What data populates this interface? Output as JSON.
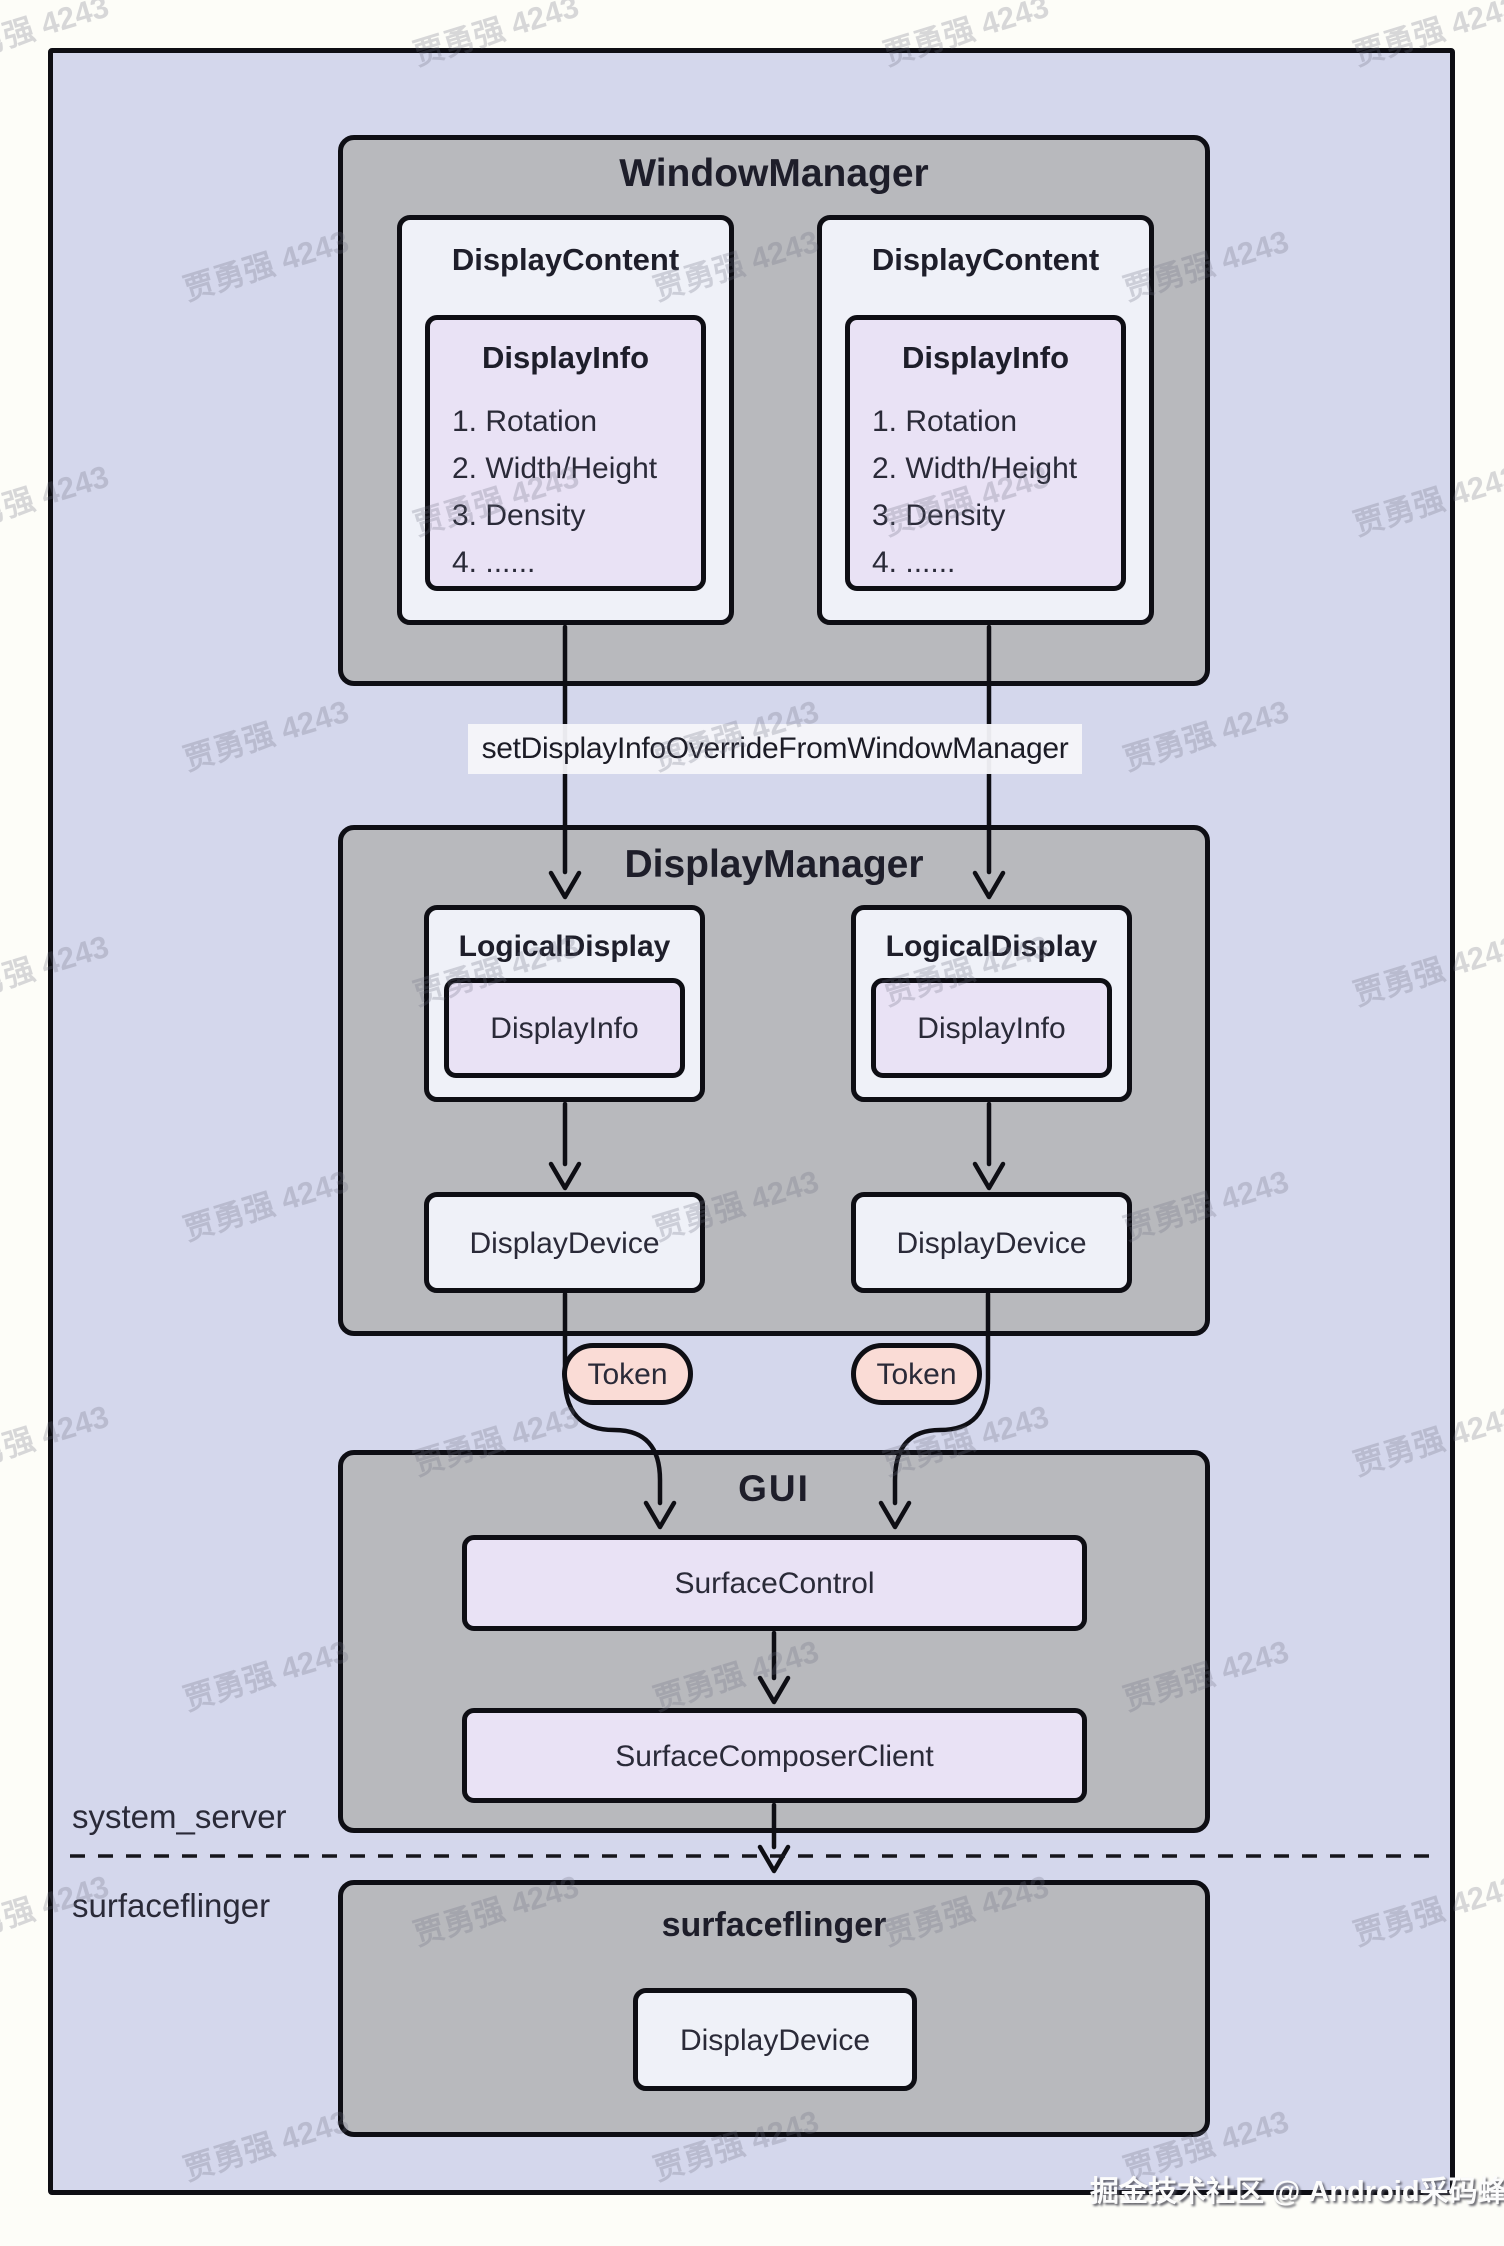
{
  "watermark": {
    "text": "贾勇强 4243"
  },
  "credit": "掘金技术社区 @ Android采码蜂",
  "window_manager": {
    "title": "WindowManager",
    "display_content_title": "DisplayContent",
    "display_info_title": "DisplayInfo",
    "display_info_items": [
      "1. Rotation",
      "2. Width/Height",
      "3. Density",
      "4. ......"
    ]
  },
  "override_label": "setDisplayInfoOverrideFromWindowManager",
  "display_manager": {
    "title": "DisplayManager",
    "logical_display_title": "LogicalDisplay",
    "display_info_label": "DisplayInfo",
    "display_device_label": "DisplayDevice"
  },
  "token_label": "Token",
  "gui": {
    "title": "GUI",
    "surface_control_label": "SurfaceControl",
    "surface_composer_client_label": "SurfaceComposerClient"
  },
  "process_labels": {
    "system_server": "system_server",
    "surfaceflinger": "surfaceflinger"
  },
  "surfaceflinger_section": {
    "title": "surfaceflinger",
    "display_device_label": "DisplayDevice"
  },
  "colors": {
    "canvas_bg": "#d4d7ec",
    "section_gray": "#b8b9bd",
    "card_white": "#eff1f8",
    "card_purple": "#e9e2f5",
    "token_pink": "#fadcd6",
    "line_black": "#0e0e14"
  }
}
